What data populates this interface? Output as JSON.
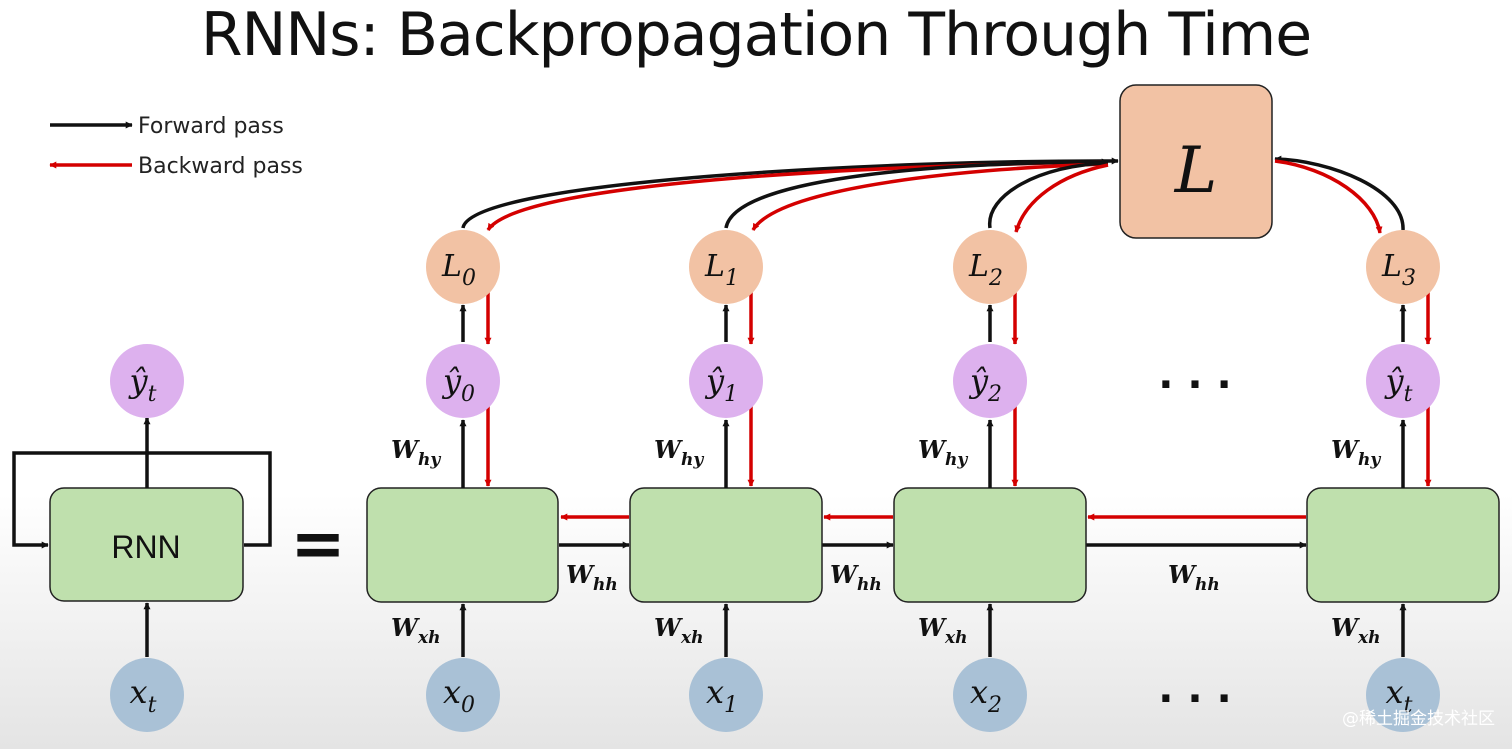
{
  "title": "RNNs: Backpropagation Through Time",
  "legend": [
    {
      "label": "Forward pass",
      "color": "#111111"
    },
    {
      "label": "Backward pass",
      "color": "#d40000"
    }
  ],
  "total_loss": "L",
  "rnn_cell_label": "RNN",
  "equals_sign": "=",
  "ellipsis": "· · ·",
  "folded": {
    "input": {
      "base": "x",
      "sub": "t"
    },
    "output": {
      "base": "ŷ",
      "sub": "t"
    }
  },
  "timesteps": [
    {
      "input": {
        "base": "x",
        "sub": "0"
      },
      "output": {
        "base": "ŷ",
        "sub": "0"
      },
      "loss": {
        "base": "L",
        "sub": "0"
      }
    },
    {
      "input": {
        "base": "x",
        "sub": "1"
      },
      "output": {
        "base": "ŷ",
        "sub": "1"
      },
      "loss": {
        "base": "L",
        "sub": "1"
      }
    },
    {
      "input": {
        "base": "x",
        "sub": "2"
      },
      "output": {
        "base": "ŷ",
        "sub": "2"
      },
      "loss": {
        "base": "L",
        "sub": "2"
      }
    },
    {
      "input": {
        "base": "x",
        "sub": "t"
      },
      "output": {
        "base": "ŷ",
        "sub": "t"
      },
      "loss": {
        "base": "L",
        "sub": "3"
      }
    }
  ],
  "weights": {
    "hy": {
      "base": "W",
      "sub": "hy"
    },
    "hh": {
      "base": "W",
      "sub": "hh"
    },
    "xh": {
      "base": "W",
      "sub": "xh"
    }
  },
  "colors": {
    "forward": "#111111",
    "backward": "#d40000",
    "cell_fill": "#bfe0ad",
    "input_fill": "#a9c1d6",
    "output_fill": "#ddb1ee",
    "loss_fill": "#f2c2a4"
  },
  "watermark": "@稀土掘金技术社区"
}
